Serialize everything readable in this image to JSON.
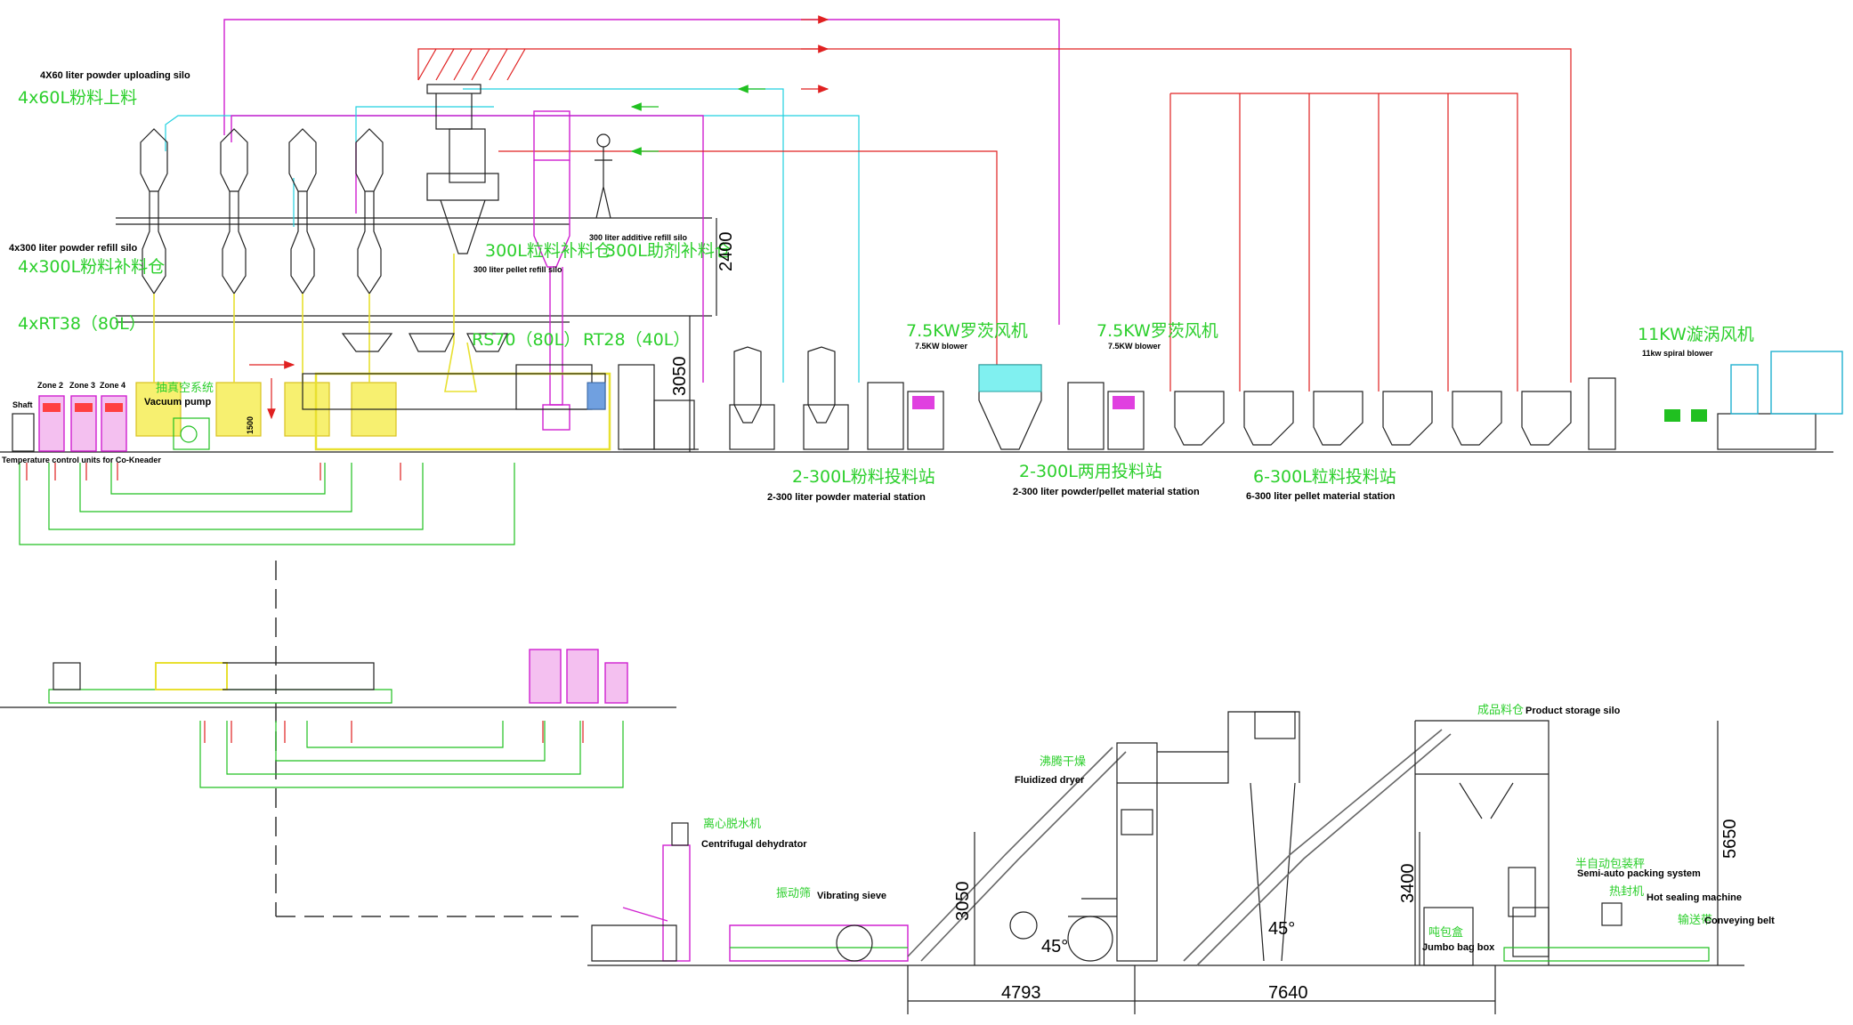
{
  "labels": {
    "uploading_silo_en": "4X60 liter powder uploading silo",
    "uploading_silo_cn": "4x60L粉料上料",
    "powder_refill_en": "4x300 liter powder refill silo",
    "powder_refill_cn": "4x300L粉料补料仓",
    "rt38": "4xRT38（80L）",
    "pellet_refill_cn": "300L粒料补料仓",
    "pellet_refill_en": "300 liter pellet refill silo",
    "additive_refill_en": "300 liter additive refill silo",
    "additive_refill_cn": "300L助剂补料仓",
    "rs70": "RS70（80L）",
    "rt28": "RT28（40L）",
    "shaft": "Shaft",
    "zone2": "Zone 2",
    "zone3": "Zone 3",
    "zone4": "Zone 4",
    "temp_units": "Temperature control units for Co-Kneader",
    "vacuum_cn": "抽真空系统",
    "vacuum_en": "Vacuum pump",
    "blower1_cn": "7.5KW罗茨风机",
    "blower1_en": "7.5KW blower",
    "blower2_cn": "7.5KW罗茨风机",
    "blower2_en": "7.5KW blower",
    "spiral_cn": "11KW漩涡风机",
    "spiral_en": "11kw spiral blower",
    "station_powder_cn": "2-300L粉料投料站",
    "station_powder_en": "2-300 liter powder material station",
    "station_dual_cn": "2-300L两用投料站",
    "station_dual_en": "2-300 liter powder/pellet material station",
    "station_pellet_cn": "6-300L粒料投料站",
    "station_pellet_en": "6-300 liter pellet material station",
    "dehydrator_cn": "离心脱水机",
    "dehydrator_en": "Centrifugal dehydrator",
    "sieve_cn": "振动筛",
    "sieve_en": "Vibrating sieve",
    "dryer_cn": "沸腾干燥",
    "dryer_en": "Fluidized dryer",
    "storage_cn": "成品料仓",
    "storage_en": "Product storage silo",
    "packing_cn": "半自动包装秤",
    "packing_en": "Semi-auto packing system",
    "sealing_cn": "热封机",
    "sealing_en": "Hot sealing machine",
    "belt_cn": "输送带",
    "belt_en": "Conveying belt",
    "jumbo_cn": "吨包盒",
    "jumbo_en": "Jumbo bag box"
  },
  "dimensions": {
    "d2400": "2400",
    "d3050_top": "3050",
    "d1500": "1500",
    "d3050_low": "3050",
    "d3400": "3400",
    "d5650": "5650",
    "d4793": "4793",
    "d7640": "7640",
    "angle1": "45°",
    "angle2": "45°"
  },
  "colors": {
    "red": "#e02020",
    "green": "#20c020",
    "cyan": "#20d0e0",
    "magenta": "#d020d0",
    "yellow": "#e8e030",
    "label_green": "#2ccf2c"
  }
}
